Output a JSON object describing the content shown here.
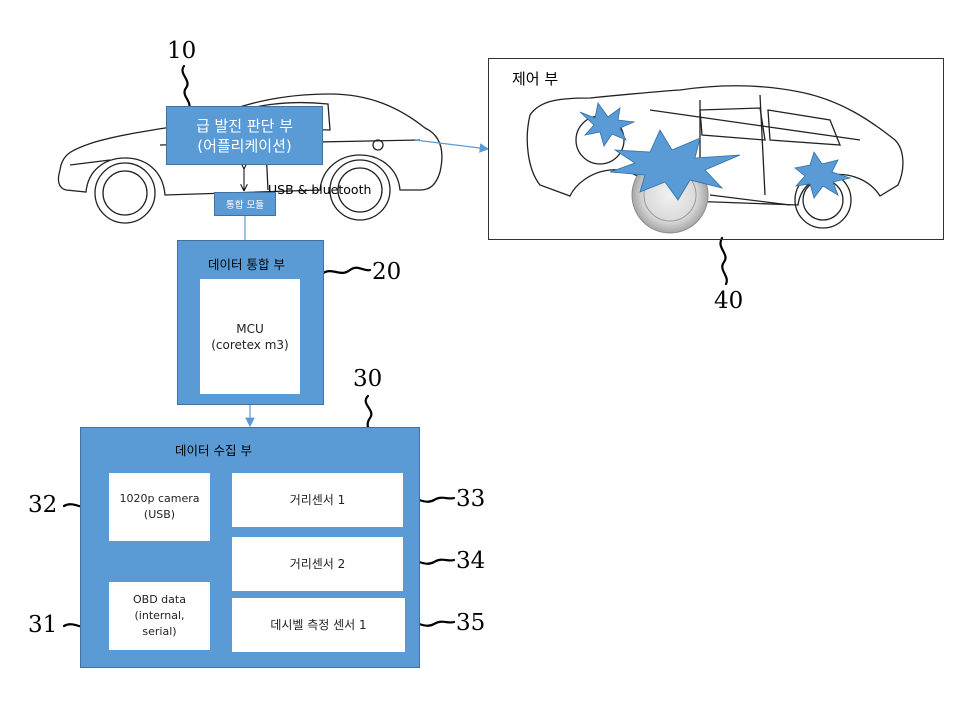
{
  "app": {
    "title": "급 발진 판단 부",
    "subtitle": "(어플리케이션)",
    "connection_label": "USB & bluetooth",
    "module_label": "통합 모듈",
    "ref": "10"
  },
  "control": {
    "title": "제어 부",
    "ref": "40"
  },
  "integration": {
    "title": "데이터 통합 부",
    "mcu_line1": "MCU",
    "mcu_line2": "(coretex m3)",
    "ref": "20"
  },
  "collection": {
    "title": "데이터 수집 부",
    "ref": "30",
    "camera_line1": "1020p camera",
    "camera_line2": "(USB)",
    "camera_ref": "32",
    "obd_line1": "OBD data",
    "obd_line2": "(internal,",
    "obd_line3": "serial)",
    "obd_ref": "31",
    "sensor1": "거리센서 1",
    "sensor1_ref": "33",
    "sensor2": "거리센서 2",
    "sensor2_ref": "34",
    "sensor3": "데시벨 측정 센서 1",
    "sensor3_ref": "35"
  },
  "colors": {
    "box_blue": "#5b9bd5",
    "box_border": "#41719c",
    "arrow": "#5b9bd5",
    "burst": "#5b9bd5"
  }
}
